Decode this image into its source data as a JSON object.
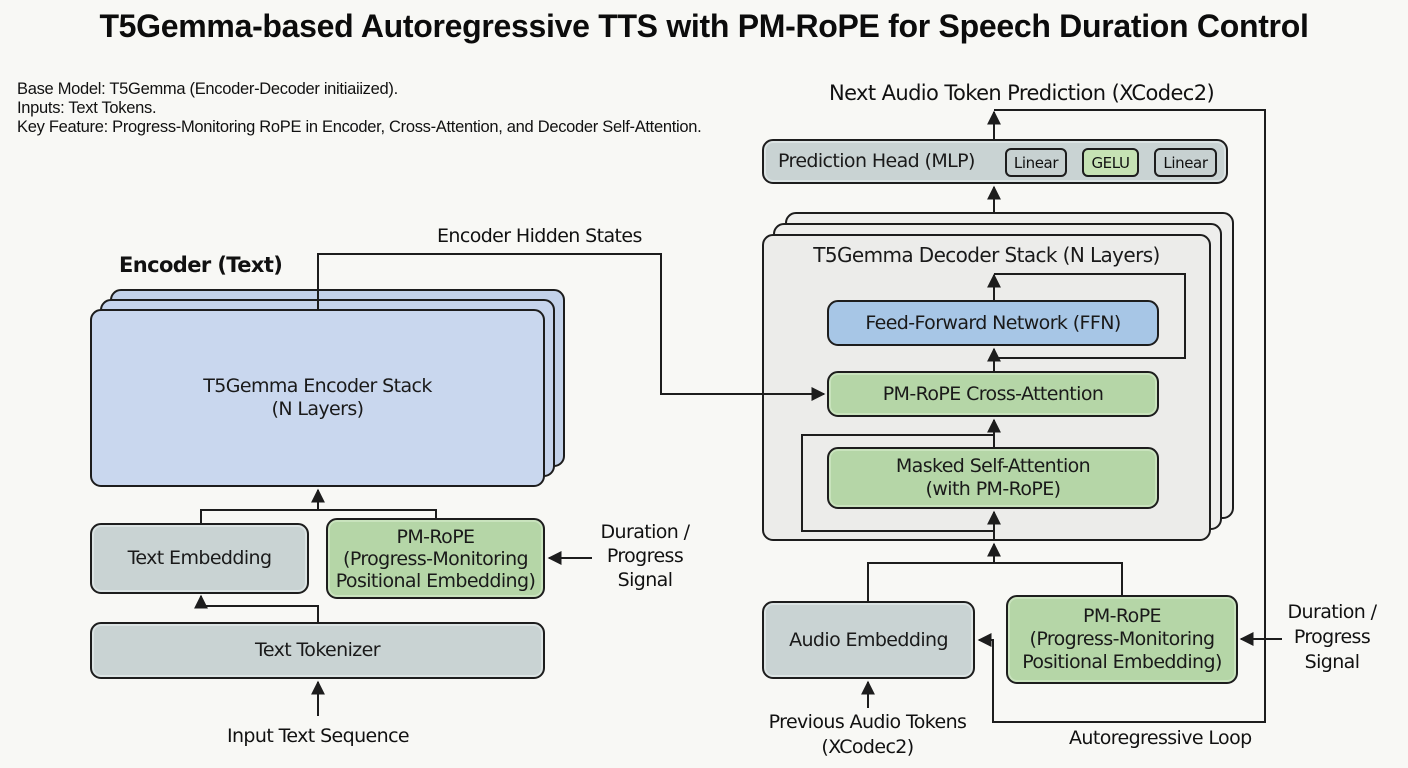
{
  "title": "T5Gemma-based Autoregressive TTS with PM-RoPE for Speech Duration Control",
  "notes": [
    "Base Model: T5Gemma (Encoder-Decoder initiaiized).",
    "Inputs: Text Tokens.",
    "Key Feature: Progress-Monitoring RoPE in Encoder, Cross-Attention, and Decoder Self-Attention."
  ],
  "encoder": {
    "section_label": "Encoder (Text)",
    "stack_line1": "T5Gemma Encoder Stack",
    "stack_line2": "(N Layers)",
    "text_embedding": "Text Embedding",
    "pm_rope": [
      "PM-RoPE",
      "(Progress-Monitoring",
      "Positional Embedding)"
    ],
    "text_tokenizer": "Text Tokenizer",
    "input_label": "Input Text Sequence",
    "signal_label": [
      "Duration /",
      "Progress",
      "Signal"
    ]
  },
  "connector": {
    "hidden_states_label": "Encoder Hidden States"
  },
  "decoder": {
    "output_label": "Next Audio Token Prediction (XCodec2)",
    "prediction_head": {
      "label": "Prediction Head (MLP)",
      "steps": [
        "Linear",
        "GELU",
        "Linear"
      ]
    },
    "stack_title": "T5Gemma Decoder Stack (N Layers)",
    "ffn": "Feed-Forward Network (FFN)",
    "cross_attention": "PM-RoPE Cross-Attention",
    "self_attention": [
      "Masked Self-Attention",
      "(with PM-RoPE)"
    ],
    "audio_embedding": "Audio Embedding",
    "pm_rope": [
      "PM-RoPE",
      "(Progress-Monitoring",
      "Positional Embedding)"
    ],
    "prev_tokens_label": [
      "Previous Audio Tokens",
      "(XCodec2)"
    ],
    "signal_label": [
      "Duration /",
      "Progress",
      "Signal"
    ],
    "loop_label": "Autoregressive Loop"
  },
  "colors": {
    "gray_box": "#c9d3d3",
    "green_box": "#b5d6a7",
    "blue_box": "#c9d7ee",
    "ffn_box": "#a7c6e6",
    "panel": "#ececea",
    "line": "#1d1d1d"
  }
}
